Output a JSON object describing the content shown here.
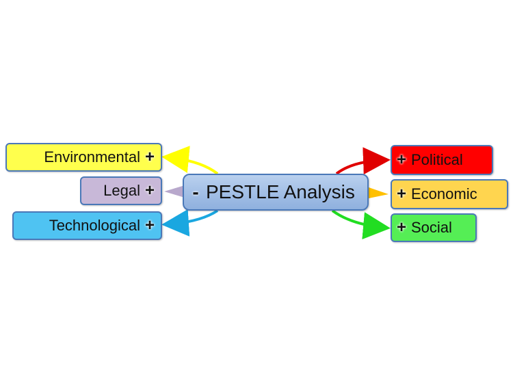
{
  "central": {
    "toggle": "-",
    "label": "PESTLE Analysis",
    "color": "#9ab8e4"
  },
  "left_branches": [
    {
      "label": "Environmental",
      "toggle": "+",
      "color": "#ffff4d",
      "line_color": "#ffff00"
    },
    {
      "label": "Legal",
      "toggle": "+",
      "color": "#c8b8d8",
      "line_color": "#b8a8cc"
    },
    {
      "label": "Technological",
      "toggle": "+",
      "color": "#4fc3f2",
      "line_color": "#1aa7e0"
    }
  ],
  "right_branches": [
    {
      "label": "Political",
      "toggle": "+",
      "color": "#ff0000",
      "line_color": "#e00000"
    },
    {
      "label": "Economic",
      "toggle": "+",
      "color": "#ffd54f",
      "line_color": "#ffc000"
    },
    {
      "label": "Social",
      "toggle": "+",
      "color": "#55ee55",
      "line_color": "#22dd22"
    }
  ]
}
